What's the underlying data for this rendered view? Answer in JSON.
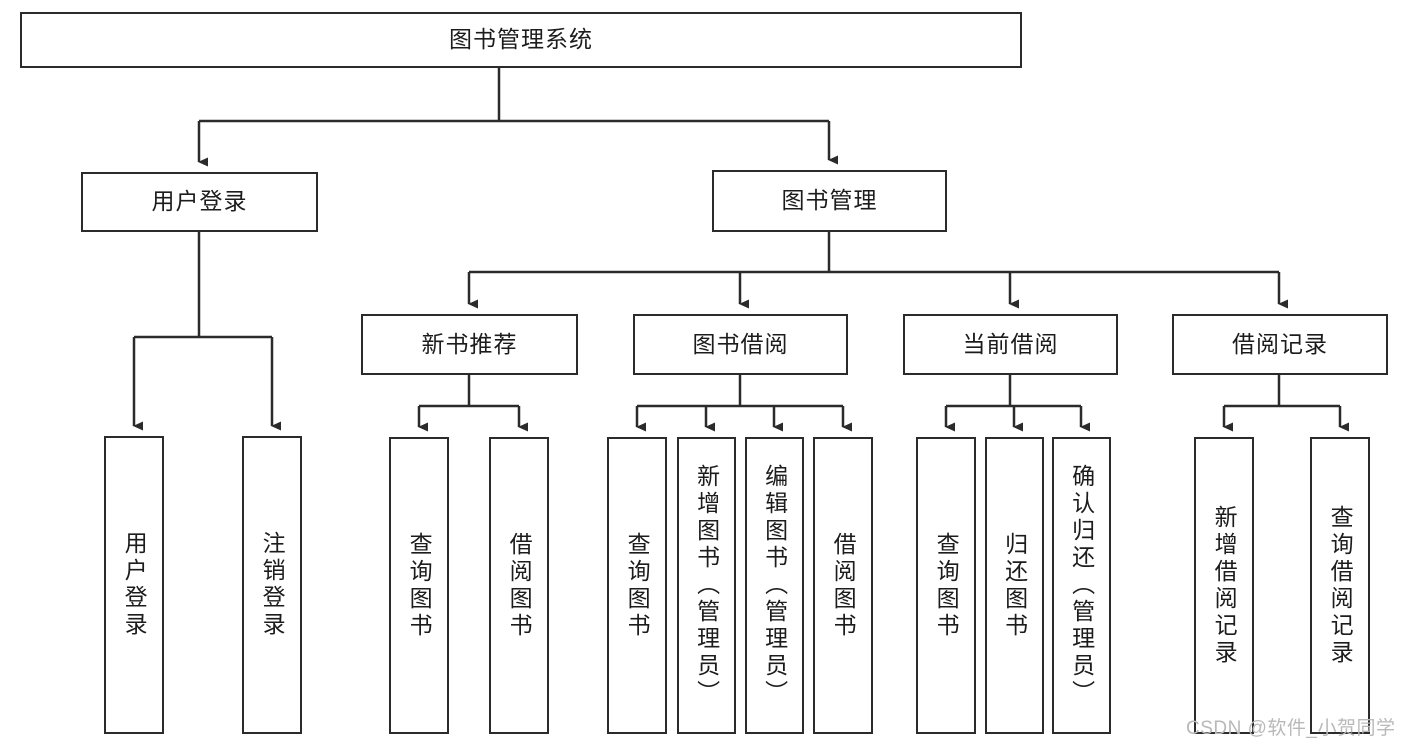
{
  "diagram": {
    "title": "图书管理系统",
    "type": "hierarchy-tree",
    "root": {
      "label": "图书管理系统"
    },
    "level2": [
      {
        "label": "用户登录"
      },
      {
        "label": "图书管理"
      }
    ],
    "level3": [
      {
        "label": "新书推荐"
      },
      {
        "label": "图书借阅"
      },
      {
        "label": "当前借阅"
      },
      {
        "label": "借阅记录"
      }
    ],
    "leaves": {
      "user_login": [
        {
          "label": "用户登录"
        },
        {
          "label": "注销登录"
        }
      ],
      "new_book_recommend": [
        {
          "label": "查询图书"
        },
        {
          "label": "借阅图书"
        }
      ],
      "book_borrow": [
        {
          "label": "查询图书"
        },
        {
          "label": "新增图书（管理员）"
        },
        {
          "label": "编辑图书（管理员）"
        },
        {
          "label": "借阅图书"
        }
      ],
      "current_borrow": [
        {
          "label": "查询图书"
        },
        {
          "label": "归还图书"
        },
        {
          "label": "确认归还（管理员）"
        }
      ],
      "borrow_record": [
        {
          "label": "新增借阅记录"
        },
        {
          "label": "查询借阅记录"
        }
      ]
    }
  },
  "watermark": {
    "text": "CSDN @软件_小贺同学"
  },
  "colors": {
    "stroke": "#2b2b2b",
    "text": "#1c1c1c",
    "background": "#ffffff",
    "watermark": "#b9b9b9"
  }
}
